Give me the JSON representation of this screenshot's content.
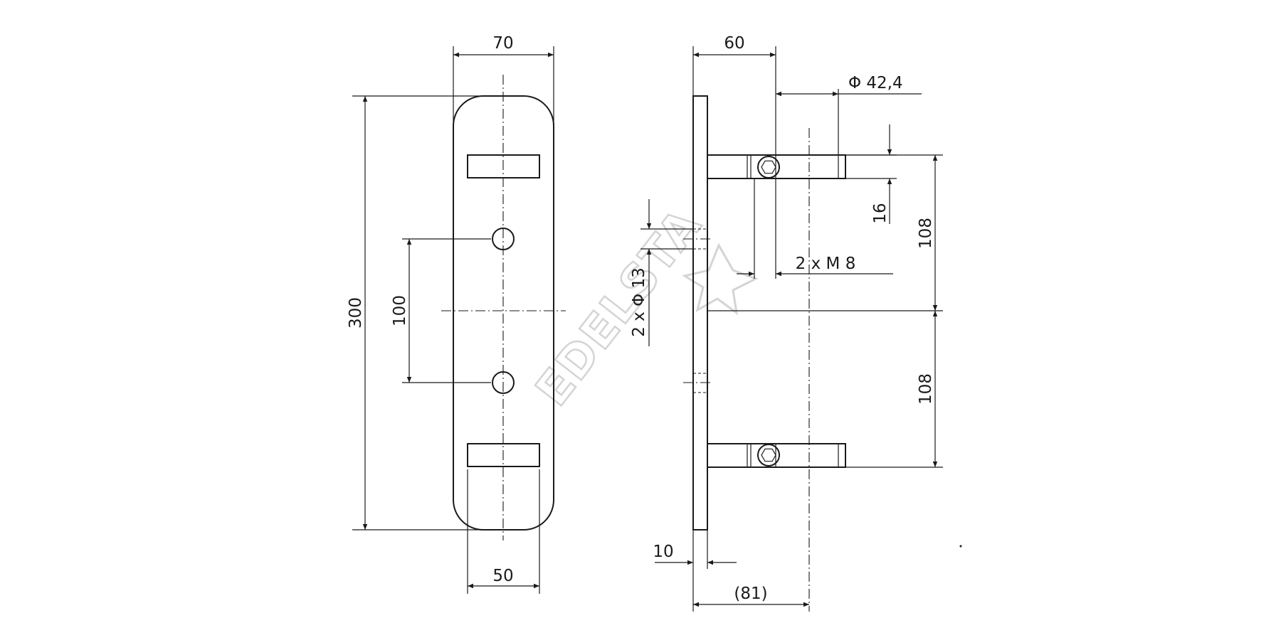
{
  "watermark": {
    "text": "EDELSTA",
    "shape": "star-outline"
  },
  "front_view": {
    "dims": {
      "width_top": "70",
      "height_total": "300",
      "hole_spacing": "100",
      "slot_width": "50"
    }
  },
  "side_view": {
    "dims": {
      "depth": "60",
      "tube_diameter": "Φ 42,4",
      "arm_thickness": "16",
      "upper_span": "108",
      "lower_span": "108",
      "thread": "2 x M 8",
      "holes": "2 x Φ 13",
      "plate_thickness": "10",
      "axis_distance": "(81)"
    }
  },
  "colors": {
    "line": "#1a1a1a",
    "watermark": "#d4d4d4",
    "background": "#ffffff"
  }
}
